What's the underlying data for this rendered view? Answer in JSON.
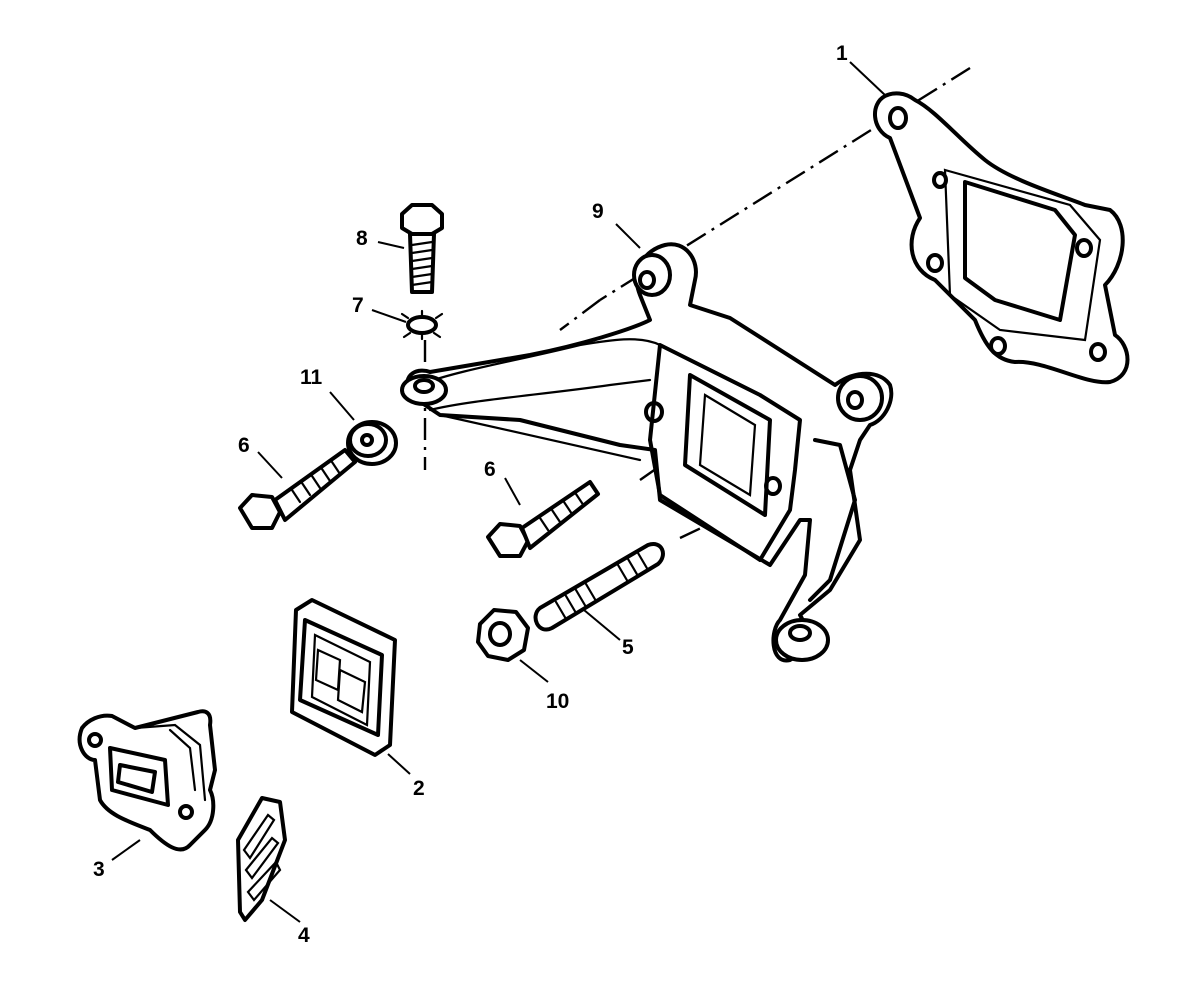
{
  "callouts": [
    {
      "id": "1",
      "label": "1"
    },
    {
      "id": "2",
      "label": "2"
    },
    {
      "id": "3",
      "label": "3"
    },
    {
      "id": "4",
      "label": "4"
    },
    {
      "id": "5",
      "label": "5"
    },
    {
      "id": "6a",
      "label": "6"
    },
    {
      "id": "6b",
      "label": "6"
    },
    {
      "id": "7",
      "label": "7"
    },
    {
      "id": "8",
      "label": "8"
    },
    {
      "id": "9",
      "label": "9"
    },
    {
      "id": "10",
      "label": "10"
    },
    {
      "id": "11",
      "label": "11"
    }
  ],
  "colors": {
    "ink": "#000000",
    "paper": "#ffffff"
  }
}
